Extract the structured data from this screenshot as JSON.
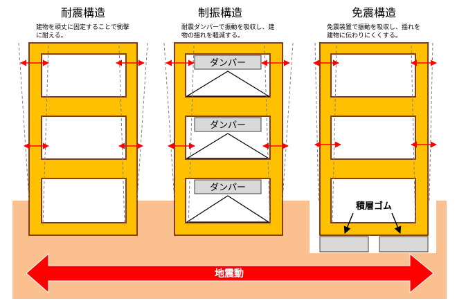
{
  "panels": [
    {
      "title": "耐震構造",
      "description": [
        "建物を頑丈に固定することで衝撃",
        "に耐える。"
      ]
    },
    {
      "title": "制振構造",
      "description": [
        "耐震ダンパーで振動を吸収し、建",
        "物の揺れを軽減する。"
      ],
      "damper_label": "ダンパー"
    },
    {
      "title": "免震構造",
      "description": [
        "免震装置で振動を吸収し、揺れを",
        "建物に伝わりにくくする。"
      ],
      "bearing_label": "積層ゴム"
    }
  ],
  "ground_motion_label": "地震動",
  "colors": {
    "building_fill": "#FFC000",
    "building_border": "#843C0C",
    "ground": "#FAC090",
    "arrow": "#FF0000"
  }
}
